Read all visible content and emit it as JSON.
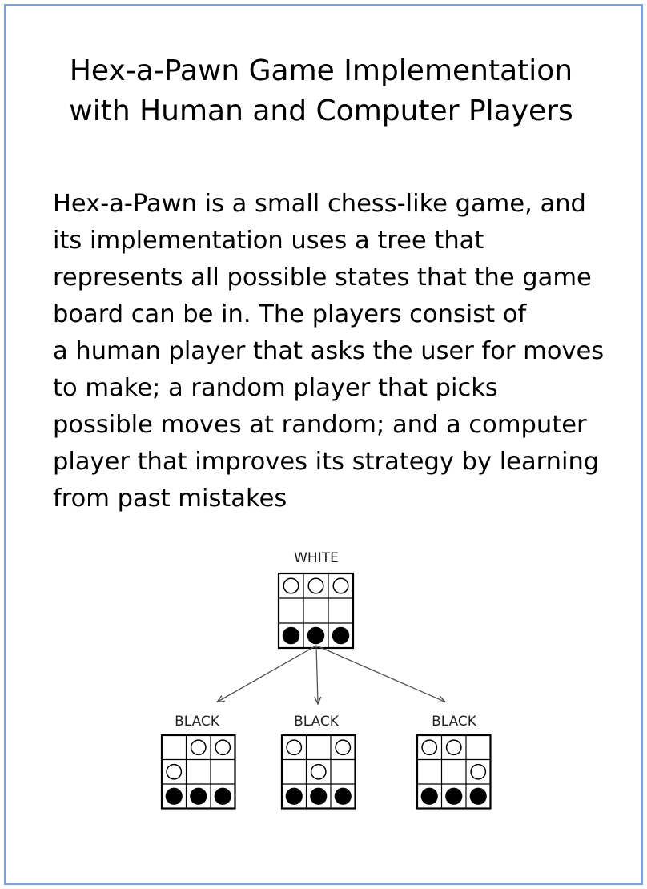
{
  "title_lines": [
    "Hex-a-Pawn Game Implementation",
    "with Human and Computer Players"
  ],
  "description_lines": [
    "Hex-a-Pawn is a small chess-like game, and",
    "its implementation uses a tree that",
    "represents all possible states that the game",
    "board can be in. The players consist of",
    "a human player that asks the user for moves",
    "to make; a random player that picks",
    "possible moves at random; and a computer",
    "player that improves its strategy by learning",
    "from past mistakes"
  ],
  "tree": {
    "root": {
      "label": "WHITE",
      "board": [
        "OOO",
        "...",
        "XXX"
      ]
    },
    "children": [
      {
        "label": "BLACK",
        "board": [
          ".OO",
          "O..",
          "XXX"
        ]
      },
      {
        "label": "BLACK",
        "board": [
          "O.O",
          ".O.",
          "XXX"
        ]
      },
      {
        "label": "BLACK",
        "board": [
          "OO.",
          "..O",
          "XXX"
        ]
      }
    ]
  }
}
